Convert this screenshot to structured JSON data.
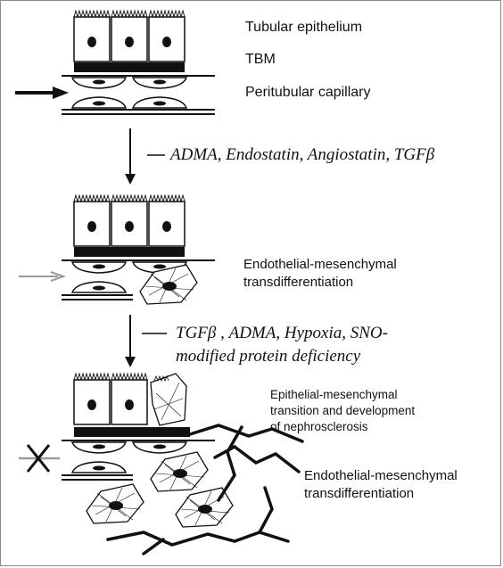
{
  "stage1": {
    "label_epithelium": "Tubular epithelium",
    "label_tbm": "TBM",
    "label_capillary": "Peritubular capillary"
  },
  "transition1": {
    "factors": "ADMA, Endostatin, Angiostatin, TGFβ"
  },
  "stage2": {
    "label_line1": "Endothelial-mesenchymal",
    "label_line2": "transdifferentiation"
  },
  "transition2": {
    "factors_line1": "TGFβ , ADMA, Hypoxia, SNO-",
    "factors_line2": "modified protein deficiency"
  },
  "stage3": {
    "emt_line1": "Epithelial-mesenchymal",
    "emt_line2": "transition and development",
    "emt_line3": "of nephrosclerosis",
    "endmt_line1": "Endothelial-mesenchymal",
    "endmt_line2": "transdifferentiation"
  },
  "colors": {
    "ink": "#111111",
    "grey_arrow": "#9a9a9a",
    "frame": "#8a8a8a"
  }
}
